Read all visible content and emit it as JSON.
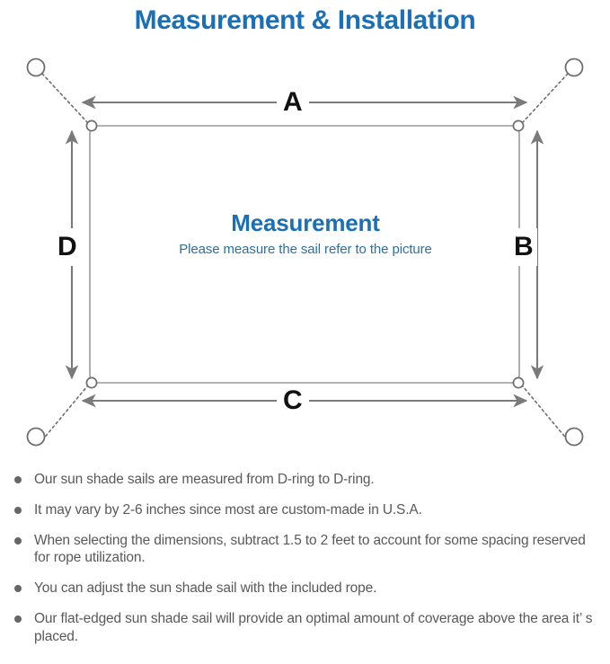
{
  "page": {
    "title": "Measurement & Installation",
    "title_color": "#1b6fb5",
    "background": "#ffffff"
  },
  "diagram": {
    "name": "sun-shade-sail-measurement-diagram",
    "sail": {
      "center_title": "Measurement",
      "center_subtitle": "Please measure the sail refer to the picture",
      "center_title_color": "#1b6fb5",
      "center_subtitle_color": "#2f6f9e",
      "border_color": "#9a9a9a",
      "fill_color": "#ffffff"
    },
    "dimension_labels": {
      "top": "A",
      "right": "B",
      "bottom": "C",
      "left": "D"
    },
    "line_color": "#7a7a7a",
    "anchor_points": [
      {
        "id": "anchor-top-left",
        "label": ""
      },
      {
        "id": "anchor-top-right",
        "label": ""
      },
      {
        "id": "anchor-bottom-left",
        "label": ""
      },
      {
        "id": "anchor-bottom-right",
        "label": ""
      }
    ],
    "d_rings": [
      {
        "id": "d-ring-top-left"
      },
      {
        "id": "d-ring-top-right"
      },
      {
        "id": "d-ring-bottom-left"
      },
      {
        "id": "d-ring-bottom-right"
      }
    ]
  },
  "notes": {
    "bullet_color": "#666666",
    "text_color": "#595959",
    "items": [
      "Our sun shade sails are measured from D-ring to D-ring.",
      "It may vary by 2-6 inches since most are custom-made in U.S.A.",
      "When selecting the dimensions, subtract 1.5 to 2 feet to account for some spacing reserved for rope utilization.",
      "You can adjust the sun shade sail with the included rope.",
      "Our flat-edged sun shade sail will provide an optimal amount of coverage above the area it’  s placed."
    ]
  }
}
